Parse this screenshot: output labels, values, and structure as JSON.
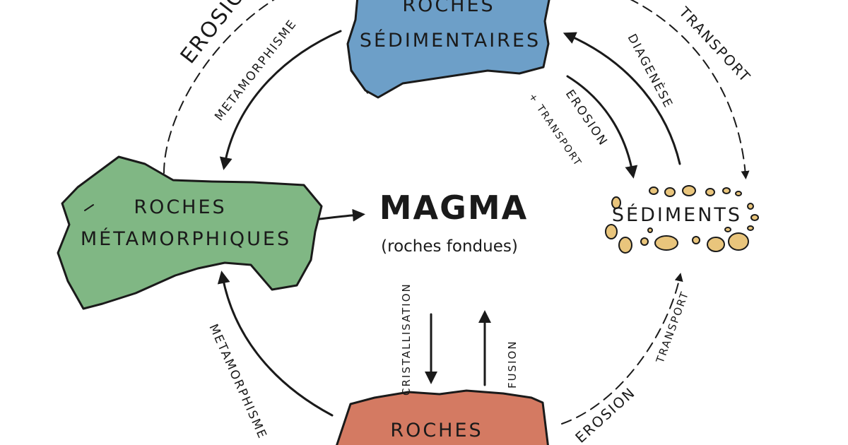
{
  "colors": {
    "sedimentary": "#6d9fc8",
    "metamorphic": "#80b784",
    "magmatic": "#d47a62",
    "sediment_grain": "#e9c57c",
    "ink": "#1a1a1a"
  },
  "nodes": {
    "sedimentary": {
      "line1": "Roches",
      "line2": "Sédimentaires"
    },
    "metamorphic": {
      "line1": "Roches",
      "line2": "Métamorphiques"
    },
    "magma": {
      "title": "Magma",
      "subtitle": "(roches fondues)"
    },
    "sediments": {
      "label": "Sédiments"
    },
    "magmatic": {
      "line1": "Roches"
    }
  },
  "edges": {
    "erosion_top_left": "Erosion",
    "metamorphisme_top": "Metamorphisme",
    "transport_top_right": "Transport",
    "diagenese": "Diagenèse",
    "erosion_inner": "Erosion",
    "plus_transport": "+ transport",
    "metamorphisme_bottom": "Metamorphisme",
    "cristallisation": "Cristallisation",
    "fusion": "Fusion",
    "erosion_bottom_right": "Erosion",
    "transport_bottom_right": "Transport"
  }
}
